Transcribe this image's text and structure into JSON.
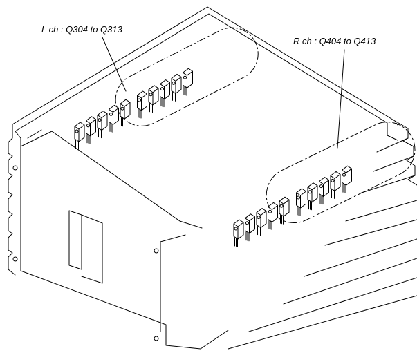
{
  "labels": {
    "left": "L ch : Q304 to Q313",
    "right": "R ch : Q404 to Q413"
  },
  "colors": {
    "ink": "#000000",
    "paper": "#ffffff"
  },
  "transistor_groups": [
    {
      "name": "left-channel",
      "count": 10
    },
    {
      "name": "right-channel",
      "count": 10
    }
  ]
}
